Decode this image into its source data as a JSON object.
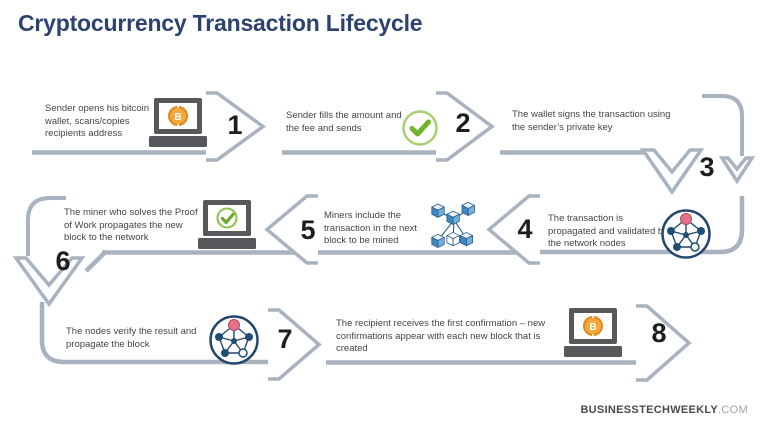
{
  "title": "Cryptocurrency Transaction Lifecycle",
  "footer": {
    "brand": "BUSINESSTECHWEEKLY",
    "domain": ".COM"
  },
  "colors": {
    "title_navy": "#2d436f",
    "band_grey": "#a9b2bf",
    "number_black": "#1d1d1d",
    "body_text": "#454545",
    "bitcoin_orange": "#f5a83c",
    "bitcoin_ring": "#db8a20",
    "check_green": "#72b32c",
    "check_ring": "#a6d06e",
    "laptop_grey": "#57585b",
    "network_navy": "#24476b",
    "network_pink": "#e5718b",
    "cube_blue": "#3f87c1"
  },
  "steps": [
    {
      "number": "1",
      "text": "Sender opens his bitcoin wallet, scans/copies recipients address",
      "icon": "laptop-bitcoin"
    },
    {
      "number": "2",
      "text": "Sender fills the amount and the fee and sends",
      "icon": "check-circle"
    },
    {
      "number": "3",
      "text": "The wallet signs the transaction using the sender’s private key",
      "icon": "none"
    },
    {
      "number": "4",
      "text": "The transaction is propagated and validated by the network nodes",
      "icon": "network-nodes"
    },
    {
      "number": "5",
      "text": "Miners include the transaction in the next block to be mined",
      "icon": "blockchain-cubes"
    },
    {
      "number": "6",
      "text": "The miner who solves the Proof of Work propagates the new block to the network",
      "icon": "laptop-check"
    },
    {
      "number": "7",
      "text": "The nodes verify the result and propagate the block",
      "icon": "network-nodes"
    },
    {
      "number": "8",
      "text": "The recipient receives the first confirmation – new confirmations appear with each new block that is created",
      "icon": "laptop-bitcoin"
    }
  ]
}
